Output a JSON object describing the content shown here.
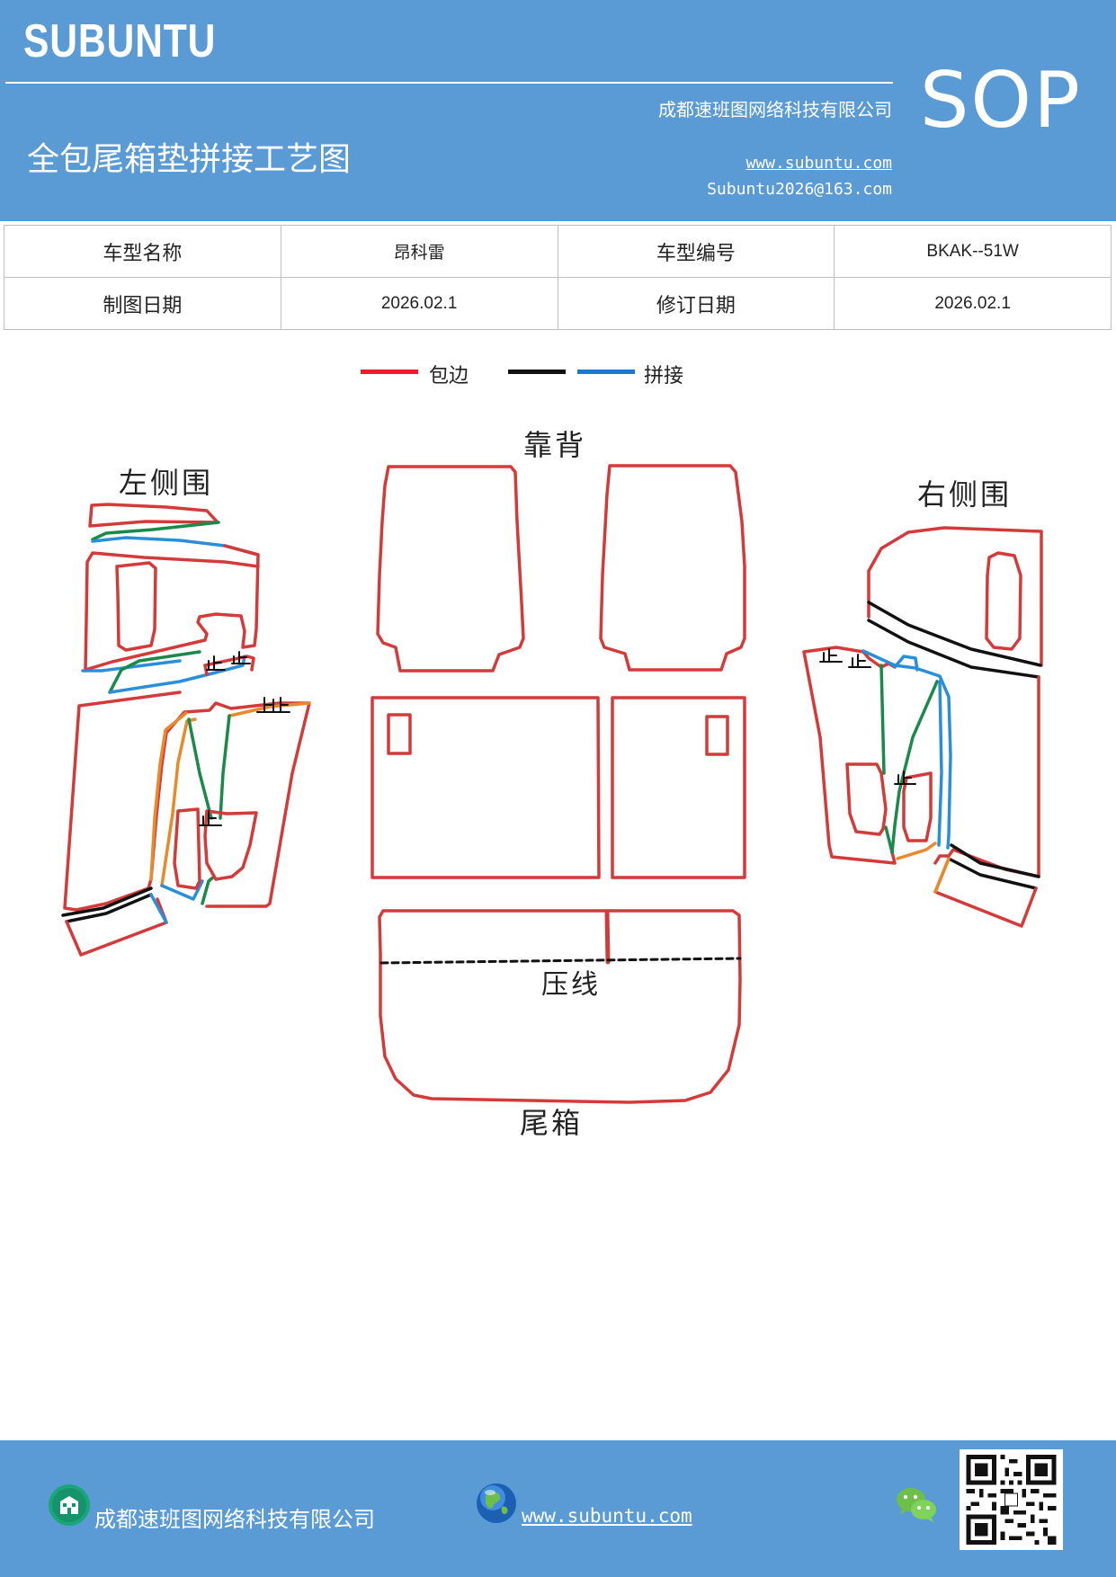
{
  "header": {
    "brand": "SUBUNTU",
    "sop": "SOP",
    "company": "成都速班图网络科技有限公司",
    "title": "全包尾箱垫拼接工艺图",
    "website": "www.subuntu.com",
    "email": "Subuntu2026@163.com"
  },
  "info_table": {
    "rows": [
      [
        "车型名称",
        "昂科雷",
        "车型编号",
        "BKAK--51W"
      ],
      [
        "制图日期",
        "2026.02.1",
        "修订日期",
        "2026.02.1"
      ]
    ]
  },
  "legend": {
    "items": [
      {
        "label": "包边",
        "color": "#ee1c25"
      },
      {
        "label": "",
        "color": "#111111"
      },
      {
        "label": "拼接",
        "color": "#1f78c8"
      }
    ]
  },
  "diagram": {
    "colors": {
      "red": "#d43a3a",
      "green": "#1a8a4a",
      "blue": "#2a8fd8",
      "orange": "#e8892a",
      "black": "#111111"
    },
    "labels": {
      "left_side": "左侧围",
      "backrest": "靠背",
      "right_side": "右侧围",
      "crease": "压线",
      "trunk": "尾箱"
    }
  },
  "footer": {
    "company": "成都速班图网络科技有限公司",
    "website": "www.subuntu.com",
    "icons": [
      "building-icon",
      "globe-icon",
      "wechat-icon",
      "qr-code"
    ]
  }
}
